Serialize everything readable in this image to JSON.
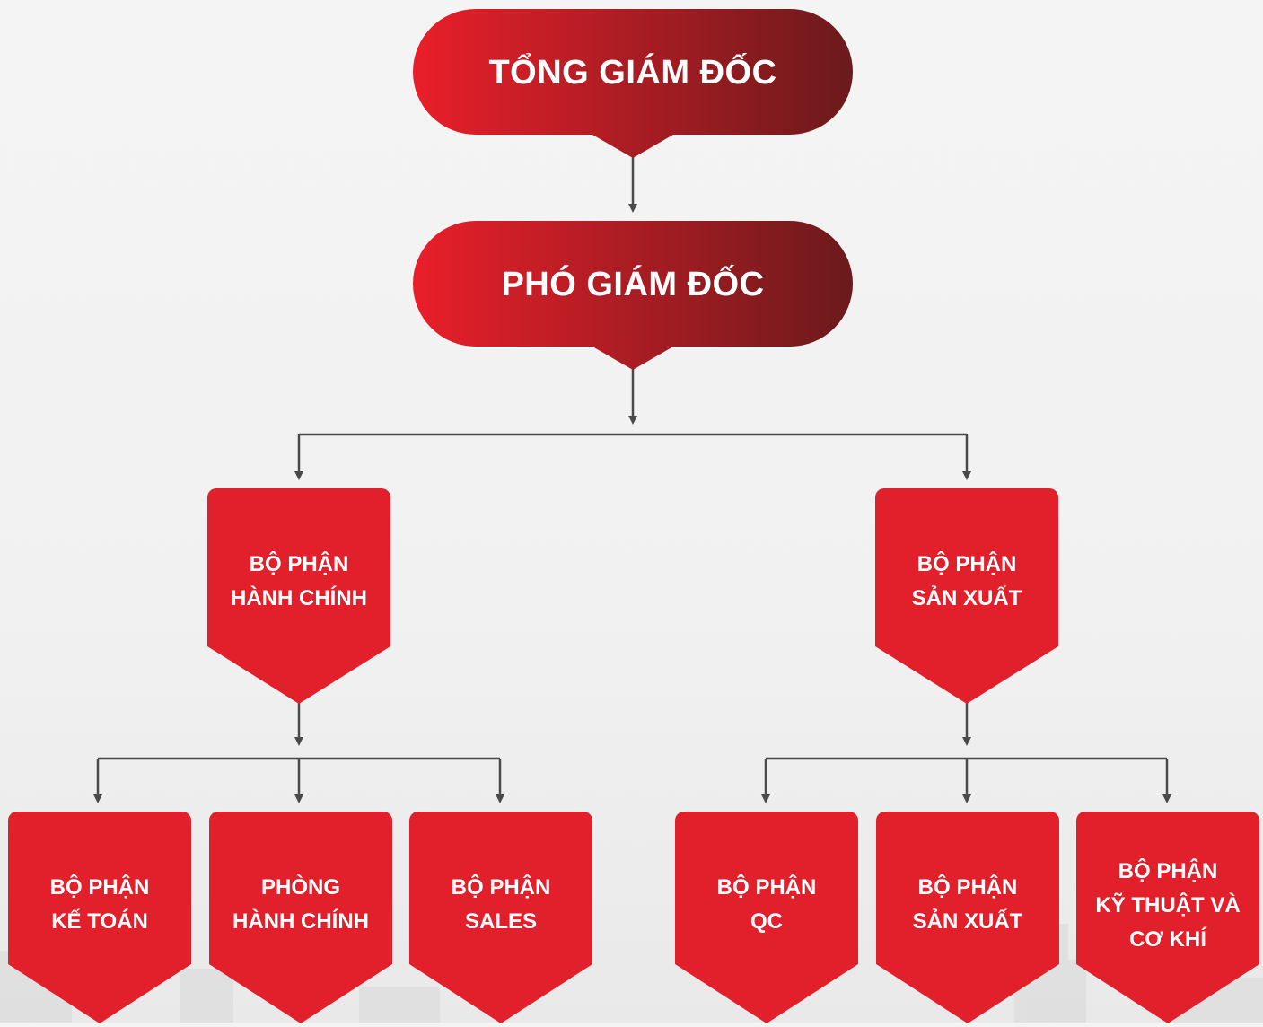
{
  "colors": {
    "primary_red": "#e2202b",
    "dark_red": "#6b1a1c",
    "connector": "#4a4a4a",
    "text": "#ffffff"
  },
  "ceo": {
    "label": "TỔNG GIÁM ĐỐC"
  },
  "deputy": {
    "label": "PHÓ GIÁM ĐỐC"
  },
  "departments": {
    "admin": {
      "line1": "BỘ PHẬN",
      "line2": "HÀNH CHÍNH"
    },
    "production": {
      "line1": "BỘ PHẬN",
      "line2": "SẢN XUẤT"
    }
  },
  "admin_units": [
    {
      "line1": "BỘ PHẬN",
      "line2": "KẾ TOÁN"
    },
    {
      "line1": "PHÒNG",
      "line2": "HÀNH CHÍNH"
    },
    {
      "line1": "BỘ PHẬN",
      "line2": "SALES"
    }
  ],
  "production_units": [
    {
      "line1": "BỘ PHẬN",
      "line2": "QC"
    },
    {
      "line1": "BỘ PHẬN",
      "line2": "SẢN XUẤT"
    },
    {
      "line1": "BỘ PHẬN",
      "line2": "KỸ THUẬT VÀ",
      "line3": "CƠ KHÍ"
    }
  ]
}
